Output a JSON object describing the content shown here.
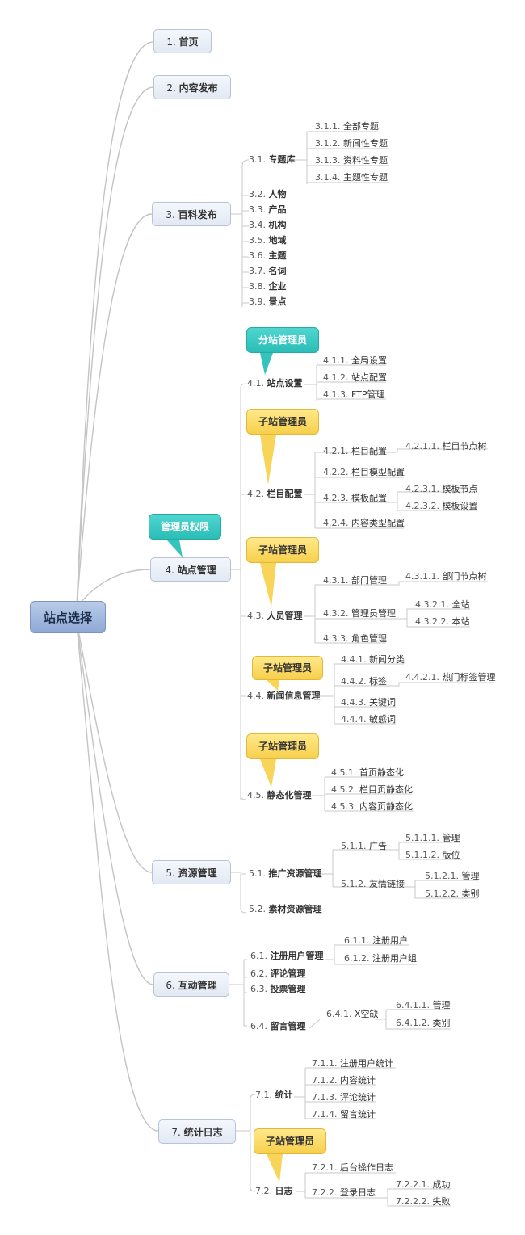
{
  "root": "站点选择",
  "branches": [
    {
      "id": "b1",
      "num": "1.",
      "label": "首页"
    },
    {
      "id": "b2",
      "num": "2.",
      "label": "内容发布"
    },
    {
      "id": "b3",
      "num": "3.",
      "label": "百科发布"
    },
    {
      "id": "b4",
      "num": "4.",
      "label": "站点管理"
    },
    {
      "id": "b5",
      "num": "5.",
      "label": "资源管理"
    },
    {
      "id": "b6",
      "num": "6.",
      "label": "互动管理"
    },
    {
      "id": "b7",
      "num": "7.",
      "label": "统计日志"
    }
  ],
  "callouts": {
    "admin": "管理员权限",
    "sub_site_admin": "分站管理员",
    "child_site_admin": "子站管理员"
  },
  "nodes": {
    "n3_1": {
      "num": "3.1.",
      "label": "专题库"
    },
    "n3_1_1": {
      "num": "3.1.1.",
      "label": "全部专题"
    },
    "n3_1_2": {
      "num": "3.1.2.",
      "label": "新闻性专题"
    },
    "n3_1_3": {
      "num": "3.1.3.",
      "label": "资料性专题"
    },
    "n3_1_4": {
      "num": "3.1.4.",
      "label": "主题性专题"
    },
    "n3_2": {
      "num": "3.2.",
      "label": "人物"
    },
    "n3_3": {
      "num": "3.3.",
      "label": "产品"
    },
    "n3_4": {
      "num": "3.4.",
      "label": "机构"
    },
    "n3_5": {
      "num": "3.5.",
      "label": "地域"
    },
    "n3_6": {
      "num": "3.6.",
      "label": "主题"
    },
    "n3_7": {
      "num": "3.7.",
      "label": "名词"
    },
    "n3_8": {
      "num": "3.8.",
      "label": "企业"
    },
    "n3_9": {
      "num": "3.9.",
      "label": "景点"
    },
    "n4_1": {
      "num": "4.1.",
      "label": "站点设置"
    },
    "n4_1_1": {
      "num": "4.1.1.",
      "label": "全局设置"
    },
    "n4_1_2": {
      "num": "4.1.2.",
      "label": "站点配置"
    },
    "n4_1_3": {
      "num": "4.1.3.",
      "label": "FTP管理"
    },
    "n4_2": {
      "num": "4.2.",
      "label": "栏目配置"
    },
    "n4_2_1": {
      "num": "4.2.1.",
      "label": "栏目配置"
    },
    "n4_2_1_1": {
      "num": "4.2.1.1.",
      "label": "栏目节点树"
    },
    "n4_2_2": {
      "num": "4.2.2.",
      "label": "栏目模型配置"
    },
    "n4_2_3": {
      "num": "4.2.3.",
      "label": "模板配置"
    },
    "n4_2_3_1": {
      "num": "4.2.3.1.",
      "label": "模板节点"
    },
    "n4_2_3_2": {
      "num": "4.2.3.2.",
      "label": "模板设置"
    },
    "n4_2_4": {
      "num": "4.2.4.",
      "label": "内容类型配置"
    },
    "n4_3": {
      "num": "4.3.",
      "label": "人员管理"
    },
    "n4_3_1": {
      "num": "4.3.1.",
      "label": "部门管理"
    },
    "n4_3_1_1": {
      "num": "4.3.1.1.",
      "label": "部门节点树"
    },
    "n4_3_2": {
      "num": "4.3.2.",
      "label": "管理员管理"
    },
    "n4_3_2_1": {
      "num": "4.3.2.1.",
      "label": "全站"
    },
    "n4_3_2_2": {
      "num": "4.3.2.2.",
      "label": "本站"
    },
    "n4_3_3": {
      "num": "4.3.3.",
      "label": "角色管理"
    },
    "n4_4": {
      "num": "4.4.",
      "label": "新闻信息管理"
    },
    "n4_4_1": {
      "num": "4.4.1.",
      "label": "新闻分类"
    },
    "n4_4_2": {
      "num": "4.4.2.",
      "label": "标签"
    },
    "n4_4_2_1": {
      "num": "4.4.2.1.",
      "label": "热门标签管理"
    },
    "n4_4_3": {
      "num": "4.4.3.",
      "label": "关键词"
    },
    "n4_4_4": {
      "num": "4.4.4.",
      "label": "敏感词"
    },
    "n4_5": {
      "num": "4.5.",
      "label": "静态化管理"
    },
    "n4_5_1": {
      "num": "4.5.1.",
      "label": "首页静态化"
    },
    "n4_5_2": {
      "num": "4.5.2.",
      "label": "栏目页静态化"
    },
    "n4_5_3": {
      "num": "4.5.3.",
      "label": "内容页静态化"
    },
    "n5_1": {
      "num": "5.1.",
      "label": "推广资源管理"
    },
    "n5_1_1": {
      "num": "5.1.1.",
      "label": "广告"
    },
    "n5_1_1_1": {
      "num": "5.1.1.1.",
      "label": "管理"
    },
    "n5_1_1_2": {
      "num": "5.1.1.2.",
      "label": "版位"
    },
    "n5_1_2": {
      "num": "5.1.2.",
      "label": "友情链接"
    },
    "n5_1_2_1": {
      "num": "5.1.2.1.",
      "label": "管理"
    },
    "n5_1_2_2": {
      "num": "5.1.2.2.",
      "label": "类别"
    },
    "n5_2": {
      "num": "5.2.",
      "label": "素材资源管理"
    },
    "n6_1": {
      "num": "6.1.",
      "label": "注册用户管理"
    },
    "n6_1_1": {
      "num": "6.1.1.",
      "label": "注册用户"
    },
    "n6_1_2": {
      "num": "6.1.2.",
      "label": "注册用户组"
    },
    "n6_2": {
      "num": "6.2.",
      "label": "评论管理"
    },
    "n6_3": {
      "num": "6.3.",
      "label": "投票管理"
    },
    "n6_4": {
      "num": "6.4.",
      "label": "留言管理"
    },
    "n6_4_1": {
      "num": "6.4.1.",
      "label": "X空缺"
    },
    "n6_4_1_1": {
      "num": "6.4.1.1.",
      "label": "管理"
    },
    "n6_4_1_2": {
      "num": "6.4.1.2.",
      "label": "类别"
    },
    "n7_1": {
      "num": "7.1.",
      "label": "统计"
    },
    "n7_1_1": {
      "num": "7.1.1.",
      "label": "注册用户统计"
    },
    "n7_1_2": {
      "num": "7.1.2.",
      "label": "内容统计"
    },
    "n7_1_3": {
      "num": "7.1.3.",
      "label": "评论统计"
    },
    "n7_1_4": {
      "num": "7.1.4.",
      "label": "留言统计"
    },
    "n7_2": {
      "num": "7.2.",
      "label": "日志"
    },
    "n7_2_1": {
      "num": "7.2.1.",
      "label": "后台操作日志"
    },
    "n7_2_2": {
      "num": "7.2.2.",
      "label": "登录日志"
    },
    "n7_2_2_1": {
      "num": "7.2.2.1.",
      "label": "成功"
    },
    "n7_2_2_2": {
      "num": "7.2.2.2.",
      "label": "失败"
    }
  }
}
